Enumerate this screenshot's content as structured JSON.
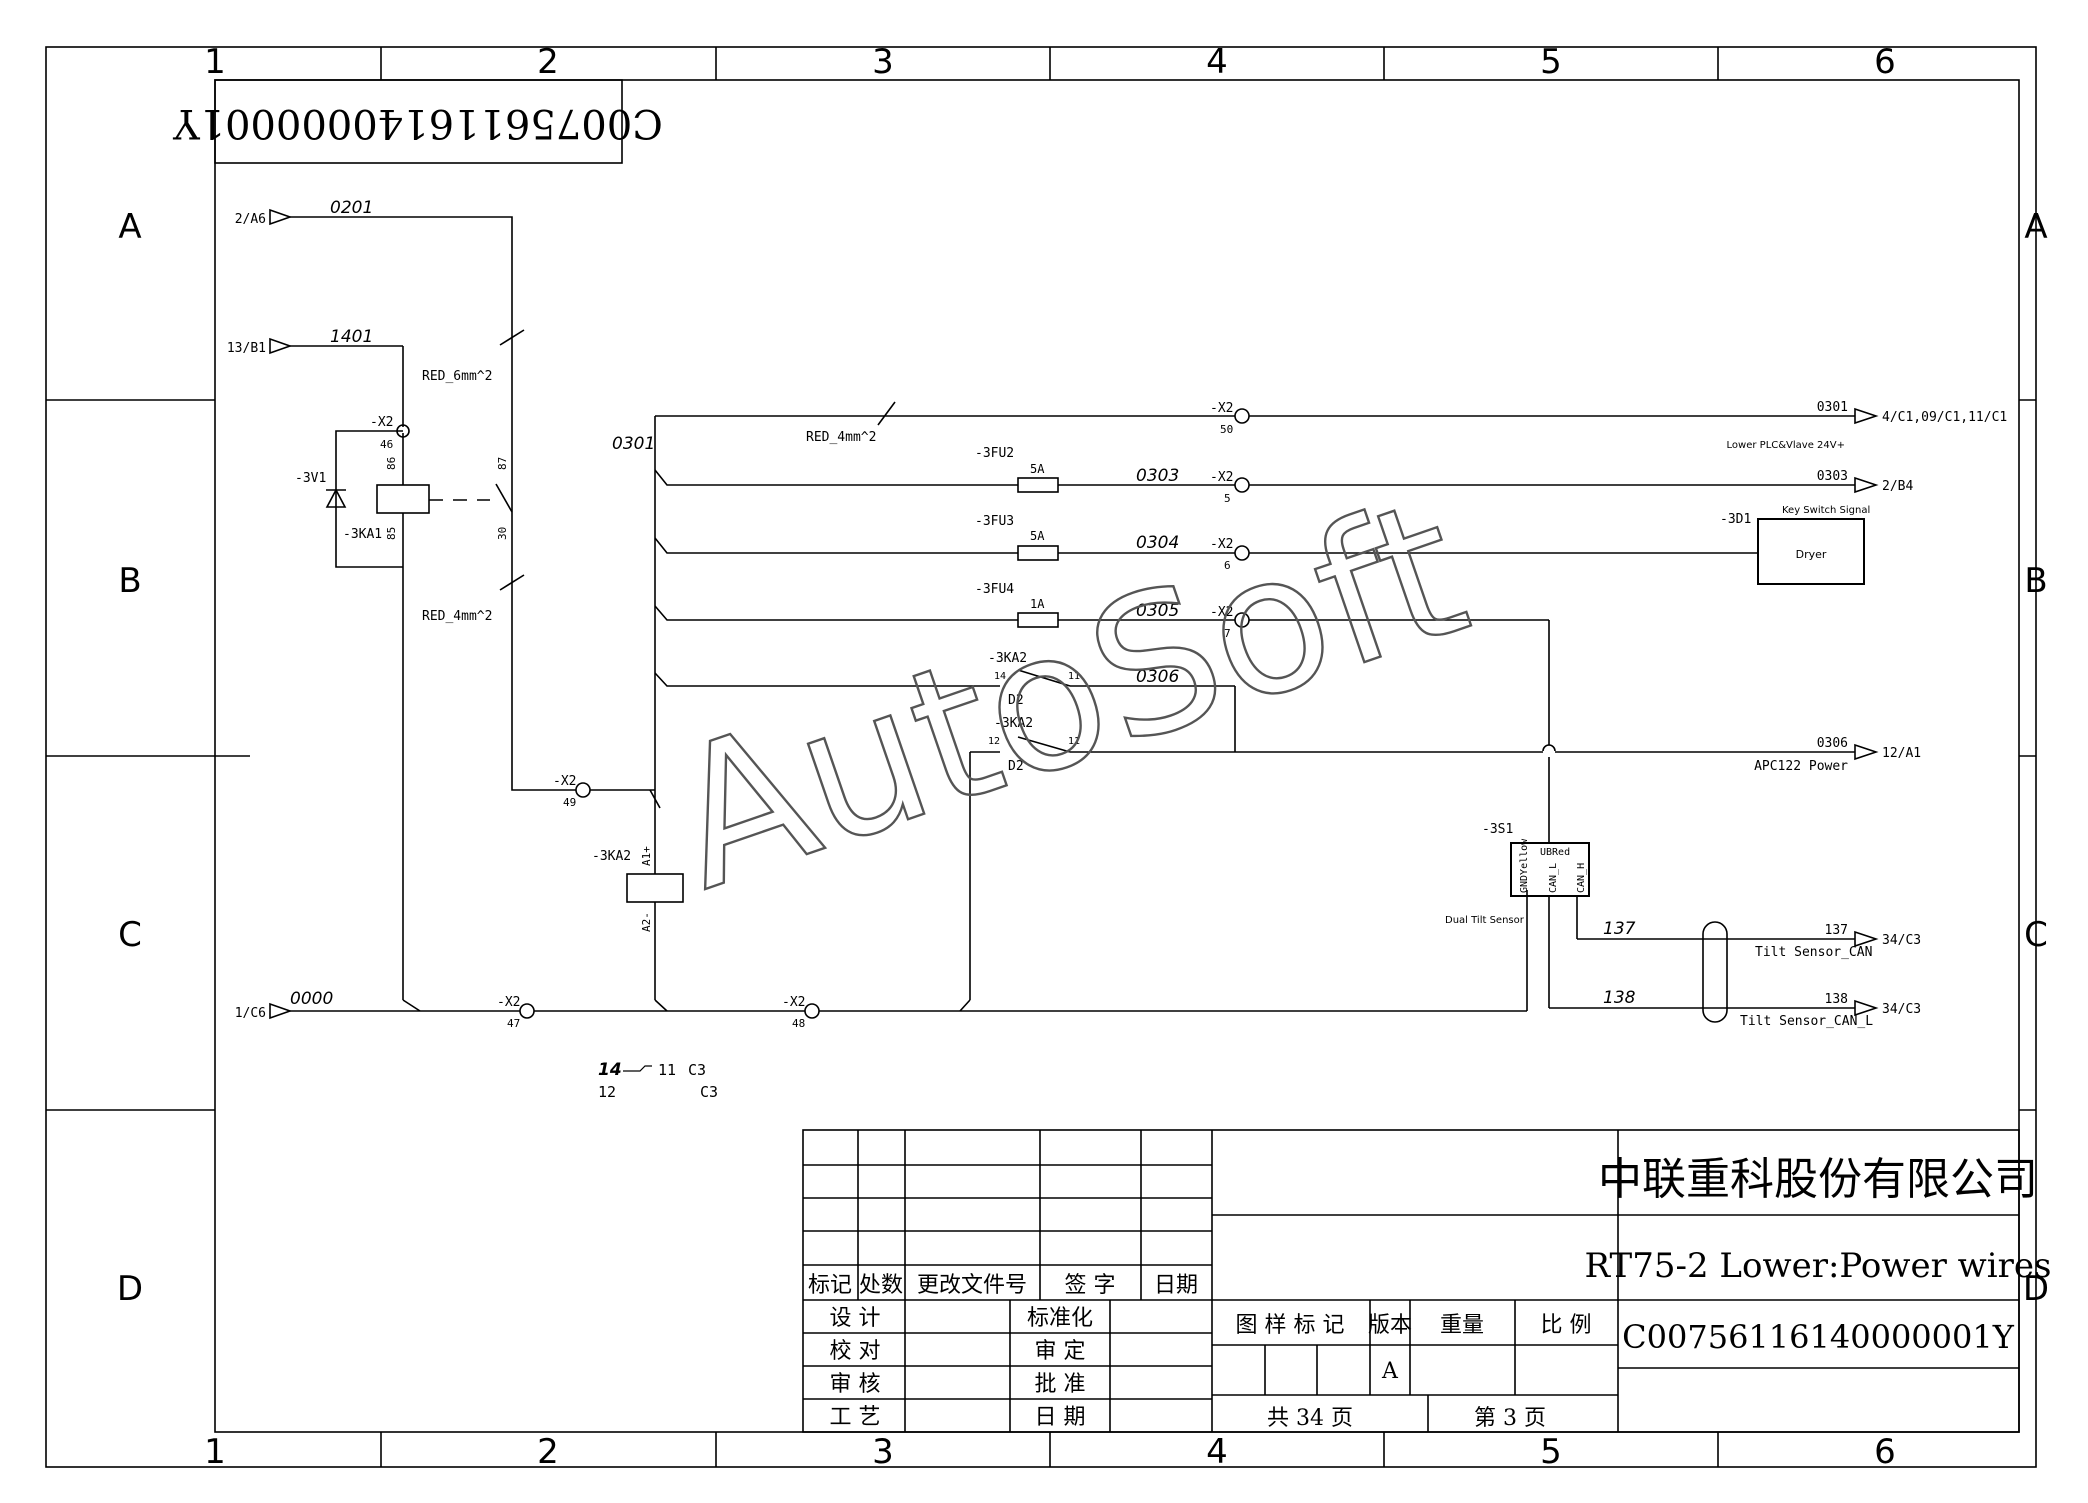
{
  "frame": {
    "columns": [
      "1",
      "2",
      "3",
      "4",
      "5",
      "6"
    ],
    "rows": [
      "A",
      "B",
      "C",
      "D"
    ]
  },
  "drawing_code_mirrored": "C00756116140000001Y",
  "watermark": "AutoSoft",
  "terminals": {
    "in_0201": "2/A6",
    "in_1401": "13/B1",
    "in_0000": "1/C6",
    "out_0301": "4/C1,09/C1,11/C1",
    "out_0303": "2/B4",
    "out_0306": "12/A1",
    "out_137": "34/C3",
    "out_138": "34/C3"
  },
  "wires": {
    "w0201": "0201",
    "w1401": "1401",
    "w0301_left": "0301",
    "w0301_right": "0301",
    "w0303": "0303",
    "w0303_right": "0303",
    "w0304": "0304",
    "w0305": "0305",
    "w0306": "0306",
    "w0306_right": "0306",
    "w0000": "0000",
    "w137": "137",
    "w137_right": "137",
    "w138": "138",
    "w138_right": "138"
  },
  "labels": {
    "red6": "RED_6mm^2",
    "red4a": "RED_4mm^2",
    "red4b": "RED_4mm^2",
    "x2": "-X2",
    "pin46": "46",
    "pin50": "50",
    "pin5": "5",
    "pin6": "6",
    "pin7": "7",
    "pin49": "49",
    "pin47": "47",
    "pin48": "48",
    "v1": "-3V1",
    "ka1": "-3KA1",
    "ka1_86": "86",
    "ka1_85": "85",
    "ka1_87": "87",
    "ka1_30": "30",
    "ka2": "-3KA2",
    "ka2_a1": "A1+",
    "ka2_a2": "A2-",
    "fu2": "-3FU2",
    "fu3": "-3FU3",
    "fu4": "-3FU4",
    "fu2_val": "5A",
    "fu3_val": "5A",
    "fu4_val": "1A",
    "c14": "14",
    "c11": "11",
    "c12": "12",
    "d2": "D2",
    "lower_plc": "Lower PLC&Vlave 24V+",
    "d1": "-3D1",
    "key_switch": "Key Switch Signal",
    "dryer": "Dryer",
    "apc": "APC122 Power",
    "s1": "-3S1",
    "gnd": "GNDYellow",
    "ub": "UBRed",
    "canl": "CAN_L",
    "canh": "CAN_H",
    "dual_tilt": "Dual Tilt Sensor",
    "tilt_can": "Tilt Sensor_CAN",
    "tilt_canl": "Tilt Sensor_CAN_L",
    "ref14": "14",
    "ref11": "11",
    "refc3a": "C3",
    "ref12": "12",
    "refc3b": "C3"
  },
  "title_block": {
    "company": "中联重科股份有限公司",
    "title": "RT75-2 Lower:Power wires",
    "code": "C00756116140000001Y",
    "headers": {
      "mark": "标记",
      "count": "处数",
      "change_doc": "更改文件号",
      "signature": "签 字",
      "date": "日期"
    },
    "roles": {
      "design": "设 计",
      "check": "校 对",
      "review": "审 核",
      "process": "工 艺",
      "standard": "标准化",
      "audit": "审 定",
      "approve": "批 准",
      "date2": "日 期"
    },
    "meta_headers": {
      "sample_mark": "图 样 标 记",
      "version": "版本",
      "weight": "重量",
      "scale": "比 例"
    },
    "version_value": "A",
    "total_pages": "共 34 页",
    "page_number": "第 3 页"
  }
}
